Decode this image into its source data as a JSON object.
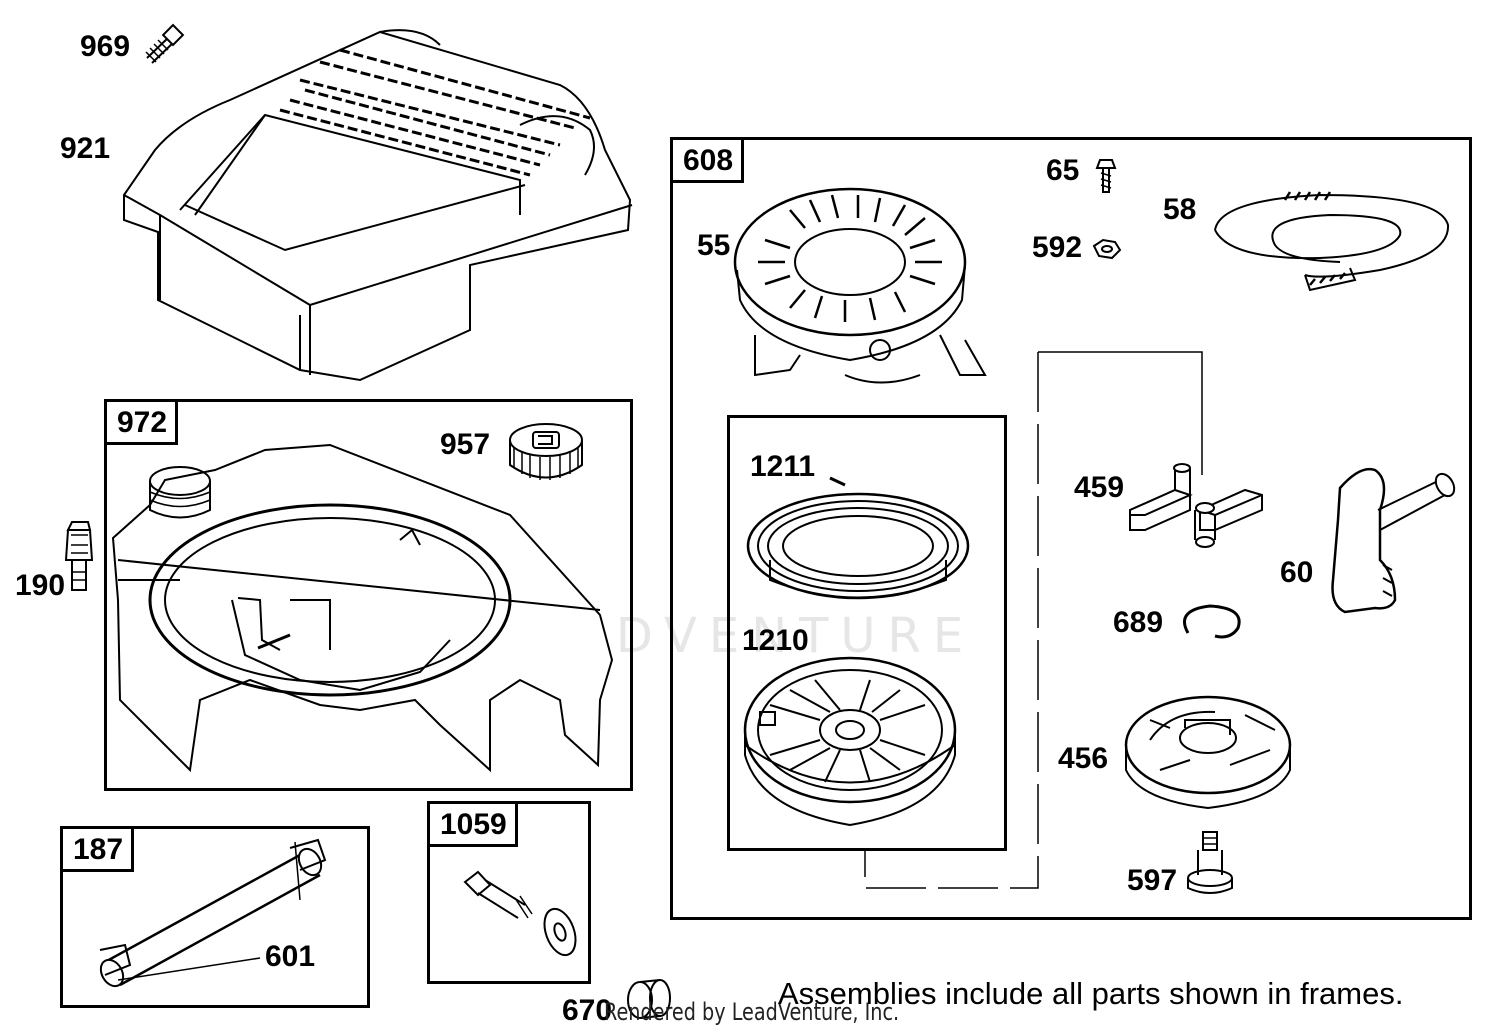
{
  "diagram": {
    "part_labels": {
      "p969": "969",
      "p921": "921",
      "p972": "972",
      "p957": "957",
      "p190": "190",
      "p187": "187",
      "p601": "601",
      "p1059": "1059",
      "p670": "670",
      "p608": "608",
      "p65": "65",
      "p58": "58",
      "p55": "55",
      "p592": "592",
      "p1211": "1211",
      "p1210": "1210",
      "p459": "459",
      "p60": "60",
      "p689": "689",
      "p456": "456",
      "p597": "597"
    },
    "note": "Assemblies include all parts shown in frames.",
    "render_credit": "Rendered by LeadVenture, Inc.",
    "watermark": "LEADVENTURE"
  }
}
